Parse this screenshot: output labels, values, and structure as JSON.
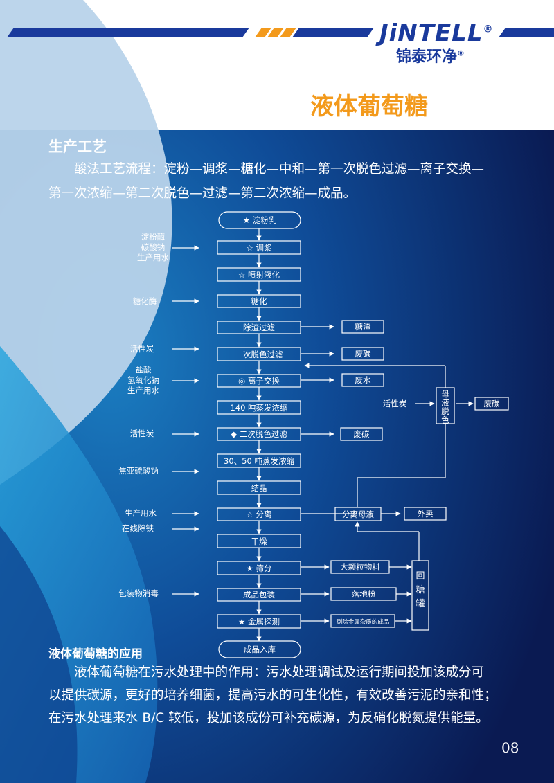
{
  "header": {
    "brand": "JiNTELL",
    "brand_reg": "®",
    "brand_cn": "锦泰环净",
    "brand_cn_reg": "®",
    "title": "液体葡萄糖"
  },
  "section1": {
    "title": "生产工艺",
    "line1": "酸法工艺流程：淀粉—调浆—糖化—中和—第一次脱色过滤—离子交换—",
    "line2": "第一次浓缩—第二次脱色—过滤—第二次浓缩—成品。"
  },
  "flow": {
    "steps": [
      {
        "label": "★ 淀粉乳"
      },
      {
        "label": "☆ 调浆"
      },
      {
        "label": "☆ 喷射液化"
      },
      {
        "label": "糖化"
      },
      {
        "label": "除渣过滤"
      },
      {
        "label": "一次脱色过滤"
      },
      {
        "label": "◎ 离子交换"
      },
      {
        "label": "140 吨蒸发浓缩"
      },
      {
        "label": "◆ 二次脱色过滤"
      },
      {
        "label": "30、50 吨蒸发浓缩"
      },
      {
        "label": "结晶"
      },
      {
        "label": "☆ 分离"
      },
      {
        "label": "干燥"
      },
      {
        "label": "★ 筛分"
      },
      {
        "label": "成品包装"
      },
      {
        "label": "★ 金属探测"
      },
      {
        "label": "成品入库"
      }
    ],
    "inputs": [
      {
        "lines": [
          "淀粉酶",
          "碳酸钠",
          "生产用水"
        ]
      },
      {
        "lines": [
          "糖化酶"
        ]
      },
      {
        "lines": [
          "活性炭"
        ]
      },
      {
        "lines": [
          "盐酸",
          "氢氧化钠",
          "生产用水"
        ]
      },
      {
        "lines": [
          "活性炭"
        ]
      },
      {
        "lines": [
          "焦亚硫酸钠"
        ]
      },
      {
        "lines": [
          "生产用水"
        ]
      },
      {
        "lines": [
          "在线除铁"
        ]
      },
      {
        "lines": [
          "包装物消毒"
        ]
      },
      {
        "lines": [
          "活性炭"
        ]
      }
    ],
    "outputs": [
      {
        "label": "糖渣"
      },
      {
        "label": "废碳"
      },
      {
        "label": "废水"
      },
      {
        "label": "废碳"
      },
      {
        "label": "大颗粒物料"
      },
      {
        "label": "落地粉"
      },
      {
        "label": "剔除金属杂质的成品"
      },
      {
        "label": "废碳"
      },
      {
        "label": "外卖"
      }
    ],
    "side": {
      "mother": "母液脱色",
      "separation": "分离母液",
      "regain": "回糖罐"
    }
  },
  "section2": {
    "title": "液体葡萄糖的应用",
    "line1": "液体葡萄糖在污水处理中的作用：污水处理调试及运行期间投加该成分可",
    "line2": "以提供碳源，更好的培养细菌，提高污水的可生化性，有效改善污泥的亲和性；",
    "line3": "在污水处理来水 B/C 较低，投加该成份可补充碳源，为反硝化脱氮提供能量。"
  },
  "page_number": "08",
  "colors": {
    "accent": "#f39a1c",
    "brand": "#1a3a9c",
    "background": "#0a1f5c"
  }
}
